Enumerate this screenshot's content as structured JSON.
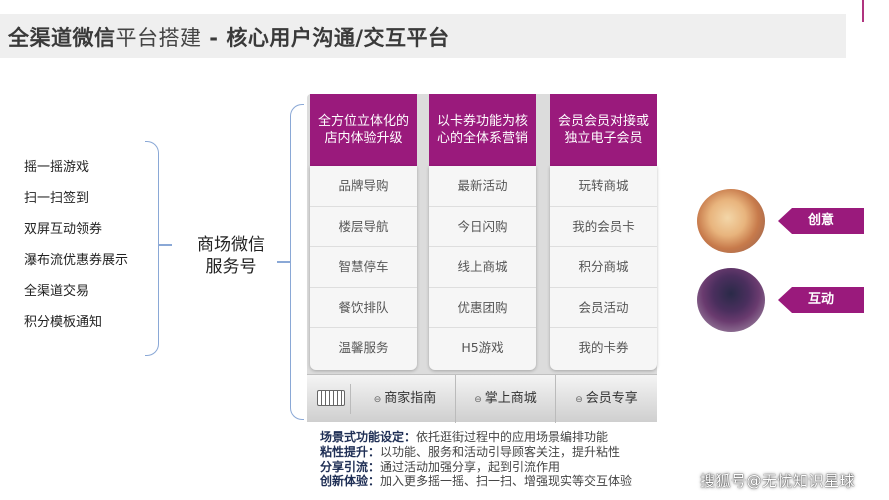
{
  "title": {
    "main_bold": "全渠道微信",
    "main_light": "平台搭建",
    "sub": " - 核心用户沟通/交互平台"
  },
  "features": [
    "摇一摇游戏",
    "扫一扫签到",
    "双屏互动领券",
    "瀑布流优惠券展示",
    "全渠道交易",
    "积分模板通知"
  ],
  "center_label": {
    "line1": "商场微信",
    "line2": "服务号"
  },
  "columns": [
    {
      "header": "全方位立体化的店内体验升级",
      "items": [
        "品牌导购",
        "楼层导航",
        "智慧停车",
        "餐饮排队",
        "温馨服务"
      ]
    },
    {
      "header": "以卡券功能为核心的全体系营销",
      "items": [
        "最新活动",
        "今日闪购",
        "线上商城",
        "优惠团购",
        "H5游戏"
      ]
    },
    {
      "header": "会员会员对接或独立电子会员",
      "items": [
        "玩转商城",
        "我的会员卡",
        "积分商城",
        "会员活动",
        "我的卡券"
      ]
    }
  ],
  "tabbar": {
    "keyboard_icon": "keyboard-icon",
    "tabs": [
      "商家指南",
      "掌上商城",
      "会员专享"
    ]
  },
  "notes": [
    {
      "label": "场景式功能设定：",
      "text": "依托逛街过程中的应用场景编排功能"
    },
    {
      "label": "粘性提升：",
      "text": "以功能、服务和活动引导顾客关注，提升粘性"
    },
    {
      "label": "分享引流：",
      "text": "通过活动加强分享，起到引流作用"
    },
    {
      "label": "创新体验：",
      "text": "加入更多摇一摇、扫一扫、增强现实等交互体验"
    }
  ],
  "tags": [
    "创意",
    "互动"
  ],
  "watermark": "搜狐号@无忧知识星球",
  "colors": {
    "accent": "#9a1a7c",
    "bracket": "#8aa8d6",
    "title_bg": "#efefef"
  }
}
